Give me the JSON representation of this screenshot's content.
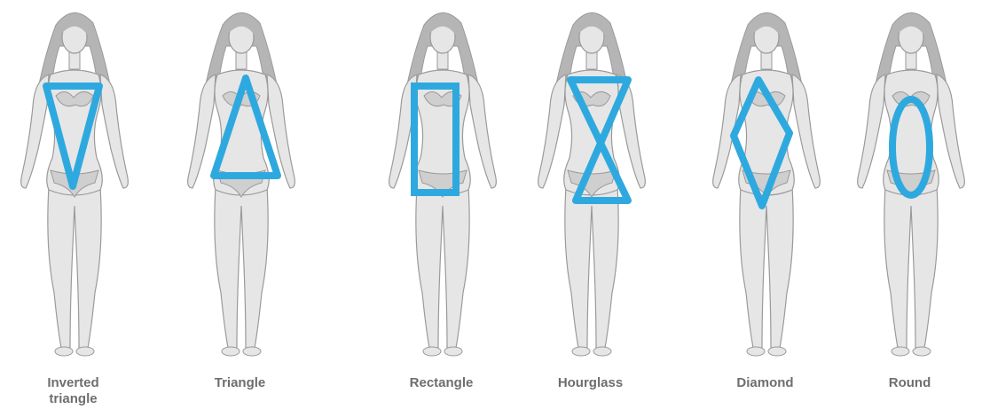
{
  "colors": {
    "shape": "#2ea9df",
    "skin": "#e6e6e6",
    "outline": "#9a9a9a",
    "hair": "#b5b5b5",
    "label": "#6d6e71"
  },
  "figures": [
    {
      "label": "Inverted\ntriangle",
      "shape": "inverted-triangle"
    },
    {
      "label": "Triangle",
      "shape": "triangle"
    },
    {
      "label": "Rectangle",
      "shape": "rectangle"
    },
    {
      "label": "Hourglass",
      "shape": "hourglass"
    },
    {
      "label": "Diamond",
      "shape": "diamond"
    },
    {
      "label": "Round",
      "shape": "round"
    }
  ]
}
